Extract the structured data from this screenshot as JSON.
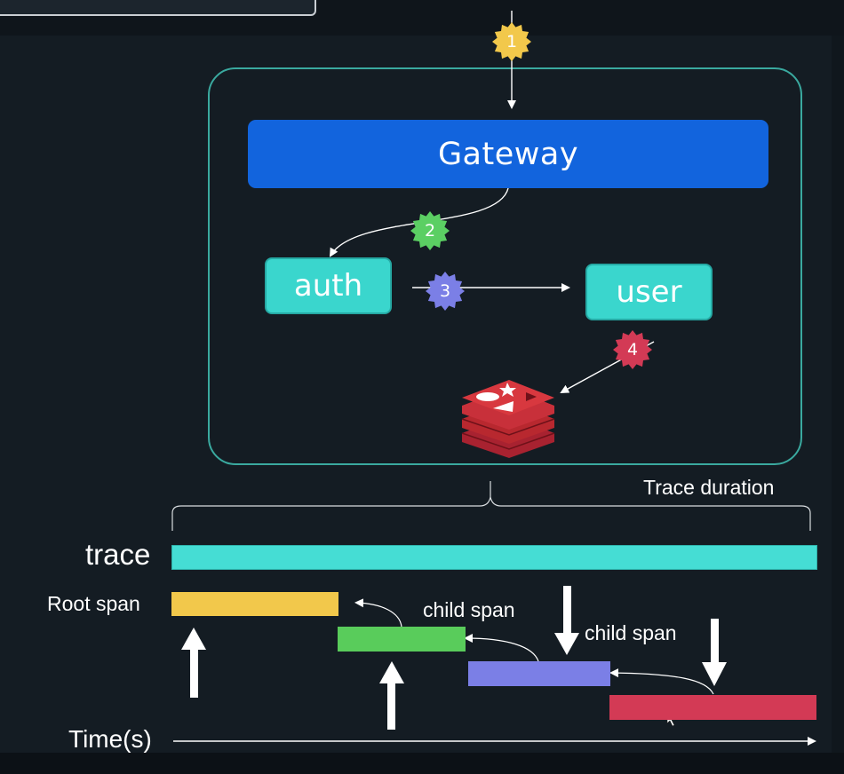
{
  "diagram": {
    "steps": [
      "1",
      "2",
      "3",
      "4"
    ],
    "services": {
      "gateway": "Gateway",
      "auth": "auth",
      "user": "user"
    },
    "database_icon": "redis-icon"
  },
  "timeline": {
    "trace_label": "trace",
    "root_span_label": "Root span",
    "child_span_label_1": "child span",
    "child_span_label_2": "child span",
    "trace_duration_label": "Trace duration",
    "time_axis_label": "Time(s)"
  },
  "colors": {
    "background": "#141c23",
    "frame_border": "#3aa99f",
    "gateway": "#1264dd",
    "service": "#3ad6cd",
    "badge_1": "#f2c84b",
    "badge_2": "#5bcf63",
    "badge_3": "#7b7fe6",
    "badge_4": "#d33a55",
    "trace_bar": "#45ddd4",
    "root_span": "#f2c84b",
    "span_green": "#59cc5b",
    "span_purple": "#7b7fe6",
    "span_red": "#d33a55",
    "redis": "#c8303a"
  }
}
